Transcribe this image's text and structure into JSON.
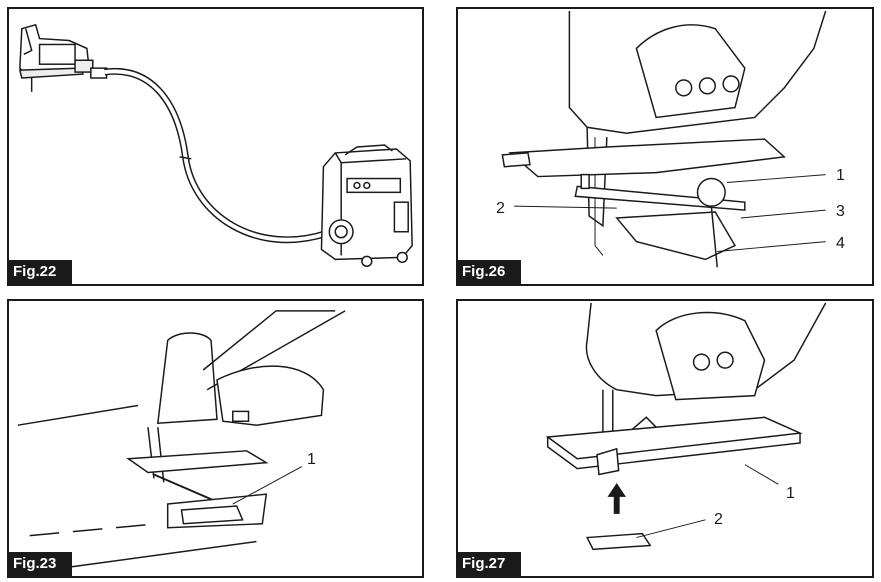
{
  "figures": [
    {
      "label": "Fig.22",
      "callouts": []
    },
    {
      "label": "Fig.26",
      "callouts": [
        "1",
        "2",
        "3",
        "4"
      ]
    },
    {
      "label": "Fig.23",
      "callouts": [
        "1"
      ]
    },
    {
      "label": "Fig.27",
      "callouts": [
        "1",
        "2"
      ]
    }
  ],
  "illustrations": {
    "fig22": "jigsaw-connected-to-dust-extractor",
    "fig26": "jigsaw-with-circular-cutting-guide",
    "fig23": "jigsaw-with-rip-fence-on-workpiece",
    "fig27": "jigsaw-base-anti-splintering-device"
  }
}
